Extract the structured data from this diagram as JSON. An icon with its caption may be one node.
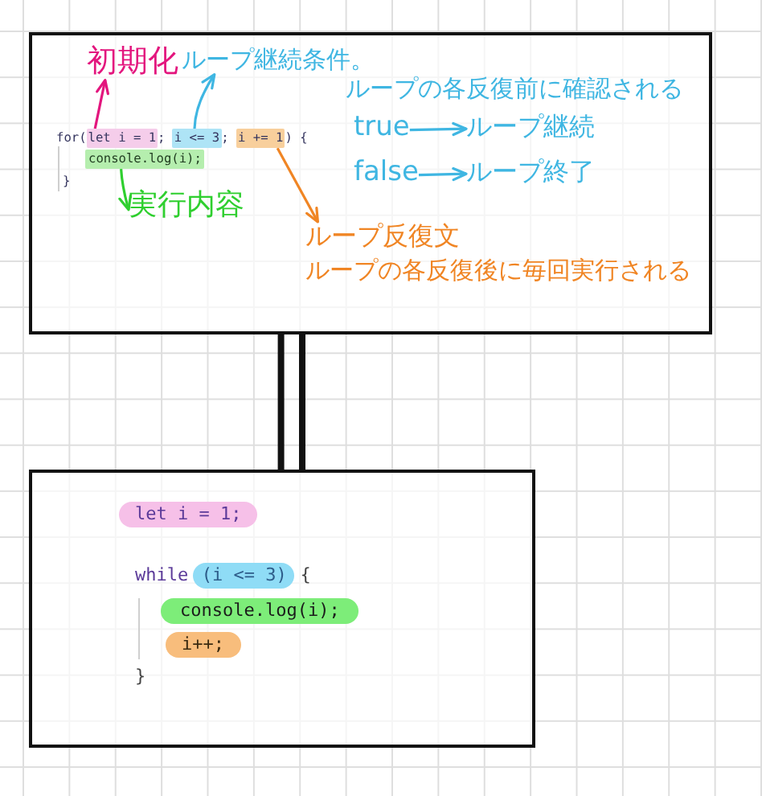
{
  "diagram": {
    "nodes": [
      {
        "text": [],
        "shape": "box"
      },
      {
        "text": [
          "初期化"
        ],
        "in": 0
      },
      {
        "text": [
          "ループ継続条件。"
        ],
        "beside": [
          "ループの各反復前に確認される"
        ],
        "in": 0
      },
      {
        "text": [
          "true"
        ],
        "in": 0
      },
      {
        "text": [
          "ループ継続"
        ],
        "in": 0
      },
      {
        "text": [
          "false"
        ],
        "in": 0
      },
      {
        "text": [
          "ループ終了"
        ],
        "in": 0
      },
      {
        "text": [
          "let i = 1"
        ],
        "in": 0
      },
      {
        "text": [
          "i <= 3"
        ],
        "in": 0
      },
      {
        "text": [
          "i += 1"
        ],
        "in": 0
      },
      {
        "text": [
          "console.log(i);"
        ],
        "in": 0
      },
      {
        "text": [
          "実行内容"
        ],
        "in": 0
      },
      {
        "text": [
          "ループ反復文"
        ],
        "beside": [
          "ループの各反復後に毎回実行される"
        ],
        "in": 0
      },
      {
        "text": [],
        "shape": "box"
      },
      {
        "text": [
          "let i = 1;"
        ],
        "in": 13
      },
      {
        "text": [
          "(i <= 3)"
        ],
        "in": 13
      },
      {
        "text": [
          "console.log(i);"
        ],
        "in": 13
      },
      {
        "text": [
          "i++;"
        ],
        "in": 13
      }
    ],
    "edges": [
      {
        "from": 7,
        "to": 1,
        "arrow": "to",
        "color": "#e3167e"
      },
      {
        "from": 8,
        "to": 2,
        "arrow": "to",
        "color": "#3fb6e2"
      },
      {
        "from": 3,
        "to": 4,
        "arrow": "to",
        "color": "#3fb6e2"
      },
      {
        "from": 5,
        "to": 6,
        "arrow": "to",
        "color": "#3fb6e2"
      },
      {
        "from": 10,
        "to": 11,
        "arrow": "to",
        "color": "#2fcf2f"
      },
      {
        "from": 9,
        "to": 12,
        "arrow": "to",
        "color": "#f08524"
      },
      {
        "from": 0,
        "to": 13,
        "arrow": "none",
        "style": "thick",
        "color": "#111111"
      },
      {
        "from": 0,
        "to": 13,
        "arrow": "none",
        "style": "thick",
        "color": "#111111"
      }
    ],
    "labels": [
      "for(",
      ";",
      ";",
      ") {",
      "}",
      "while",
      "{",
      "}"
    ]
  }
}
